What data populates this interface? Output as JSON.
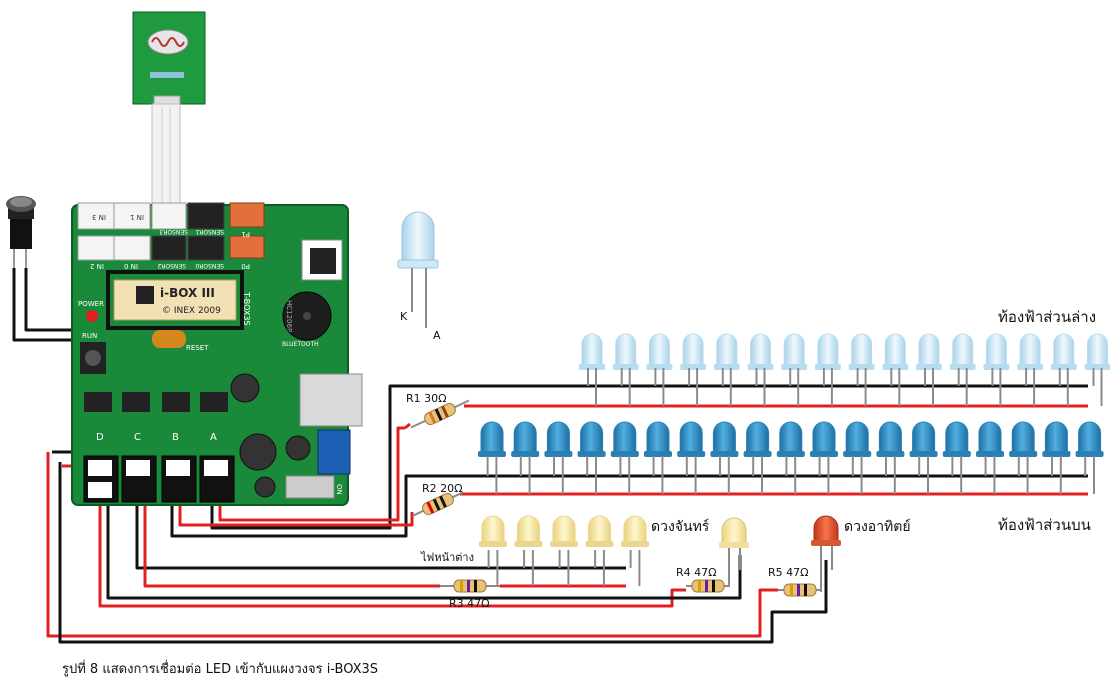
{
  "labels": {
    "sky_lower": "ท้องฟ้าส่วนล่าง",
    "sky_upper": "ท้องฟ้าส่วนบน",
    "moon": "ดวงจันทร์",
    "sun": "ดวงอาทิตย์",
    "window": "ไฟหน้าต่าง",
    "led_k": "K",
    "led_a": "A"
  },
  "resistors": {
    "r1": "R1 30Ω",
    "r2": "R2 20Ω",
    "r3": "R3 47Ω",
    "r4": "R4 47Ω",
    "r5": "R5 47Ω"
  },
  "board": {
    "chip_title": "i-BOX III",
    "chip_sub": "© INEX 2009",
    "ports": [
      "D",
      "C",
      "B",
      "A"
    ],
    "power": "POWER",
    "run": "RUN",
    "reset": "RESET",
    "bluetooth": "BLUETOOTH",
    "t_boxs": "T-BOX3S",
    "in2": "IN 2",
    "in3": "IN 3",
    "in0": "IN 0",
    "in1": "IN 1",
    "sensor2": "SENSOR2",
    "sensor3": "SENSOR3",
    "sensor0": "SENSOR0",
    "sensor1": "SENSOR1",
    "p0": "P0",
    "p1": "P1",
    "buzzer": "HC1206P",
    "on": "ON"
  },
  "caption": "รูปที่ 8 แสดงการเชื่อมต่อ LED เข้ากับแผงวงจร i-BOX3S",
  "colors": {
    "board": "#1a8a3a",
    "wire_red": "#e02020",
    "wire_black": "#111111",
    "led_lightblue": "#cfe8f5",
    "led_blue": "#2a8fc8",
    "led_yellow": "#f6e8a6",
    "led_red": "#e8502a"
  },
  "counts": {
    "sky_lower_leds": 16,
    "sky_upper_leds": 19,
    "window_leds": 5
  }
}
